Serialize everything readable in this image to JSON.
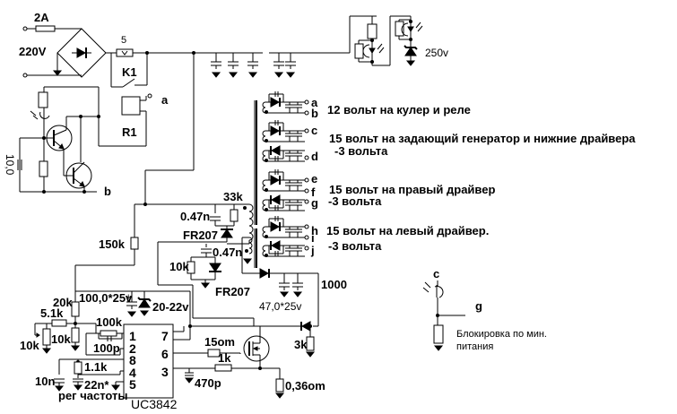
{
  "diagram": {
    "type": "electrical-schematic",
    "title": "",
    "colors": {
      "line": "#000000",
      "background": "#ffffff"
    }
  },
  "input": {
    "fuse": "2A",
    "mains_voltage": "220V",
    "thermistor": "5",
    "relay_contact": "K1",
    "relay_coil": "R1"
  },
  "terminals": {
    "a": "a",
    "b": "b",
    "c": "c",
    "d": "d",
    "e": "e",
    "f": "f",
    "g": "g",
    "h": "h",
    "i": "i",
    "j": "j"
  },
  "outputs": [
    {
      "terminals": "a-b",
      "text": "12 вольт на кулер  и  реле"
    },
    {
      "terminals": "c",
      "text": "15 вольт на задающий генератор  и  нижние драйвера"
    },
    {
      "terminals": "d",
      "text": "-3 вольта"
    },
    {
      "terminals": "e",
      "text": "15 вольт на правый драйвер"
    },
    {
      "terminals": "f-g",
      "text": "-3 вольта"
    },
    {
      "terminals": "h",
      "text": "15 вольт на левый драйвер."
    },
    {
      "terminals": "i-j",
      "text": "-3 вольта"
    }
  ],
  "components": {
    "zener_top": "250v",
    "timing_cap_left": "10,0",
    "snubber_r": "33k",
    "snubber_c1": "0.47n",
    "snubber_c2": "0.47n",
    "diode_1": "FR207",
    "diode_2": "FR207",
    "r_start": "150k",
    "r_snub": "10k",
    "r_20k": "20k",
    "r_5k1": "5.1k",
    "pot_10k": "10k",
    "r_10k": "10k",
    "r_100k": "100k",
    "c_100p": "100p",
    "c_supply": "100,0*25v",
    "zener_supply": "20-22v",
    "c_10n": "10n",
    "r_1k1": "1.1k",
    "c_22n": "22n*",
    "freq_adj": "рег частоты",
    "chip": "UC3842",
    "chip_pins_left": [
      "1",
      "2",
      "8",
      "4",
      "5"
    ],
    "chip_pins_right": [
      "7",
      "6",
      "3"
    ],
    "r_gate": "15om",
    "r_sense_filter": "1k",
    "c_470p": "470p",
    "r_shunt": "0,36om",
    "c_aux": "47,0*25v",
    "aux_winding": "1000",
    "r_3k": "3k"
  },
  "lockout": {
    "terminal_c": "c",
    "terminal_g": "g",
    "note_line1": "Блокировка по мин.",
    "note_line2": "питания"
  }
}
